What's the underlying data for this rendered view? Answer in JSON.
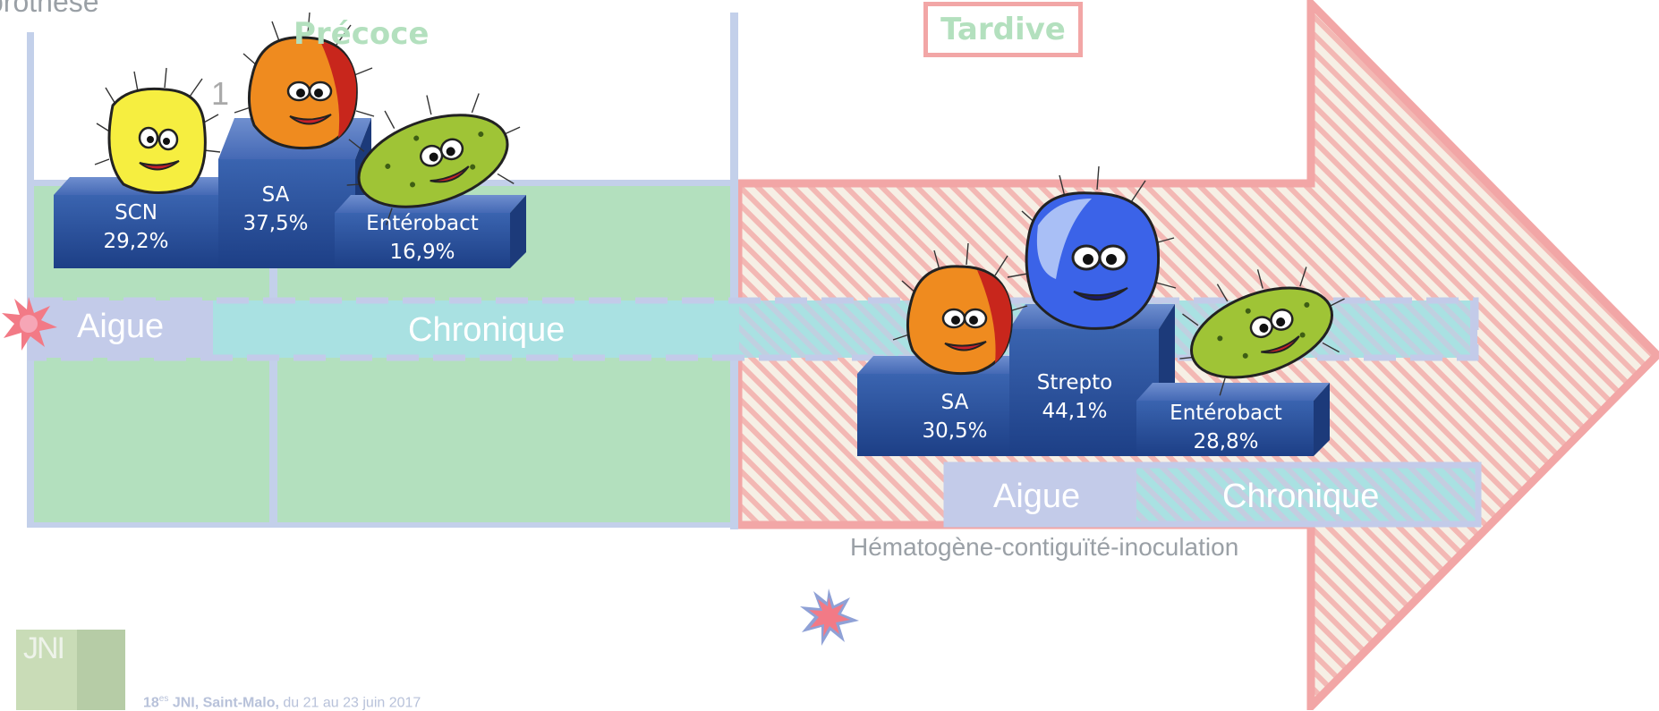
{
  "header": {
    "top_left_partial": "prothèse",
    "precoce_label": "Précoce",
    "tardive_label": "Tardive",
    "partial_digit": "1"
  },
  "early": {
    "podium": [
      {
        "name": "SCN",
        "value": "29,2%"
      },
      {
        "name": "SA",
        "value": "37,5%"
      },
      {
        "name": "Entérobact",
        "value": "16,9%"
      }
    ],
    "phases": {
      "acute": "Aigue",
      "chronic": "Chronique"
    }
  },
  "late": {
    "podium": [
      {
        "name": "SA",
        "value": "30,5%"
      },
      {
        "name": "Strepto",
        "value": "44,1%"
      },
      {
        "name": "Entérobact",
        "value": "28,8%"
      }
    ],
    "phases": {
      "acute": "Aigue",
      "chronic": "Chronique"
    },
    "routes": "Hématogène-contiguïté-inoculation"
  },
  "footer": {
    "logo_text": "JNI",
    "edition_sup": "es",
    "edition_num": "18",
    "event_bold": "JNI, Saint-Malo,",
    "dates": "du 21 au 23 juin 2017"
  },
  "colors": {
    "green_zone": "#b3e0be",
    "frame": "#c3d0ea",
    "arrow_outline": "#f2a6a6",
    "podium_blue": "#2e56a0",
    "chronic_bar": "#a9e1e2",
    "acute_box": "#c3cbe9"
  },
  "icons": [
    "yellow-bacterium-icon",
    "orange-bacterium-icon",
    "green-bacterium-icon",
    "blue-bacterium-icon",
    "starburst-icon"
  ]
}
